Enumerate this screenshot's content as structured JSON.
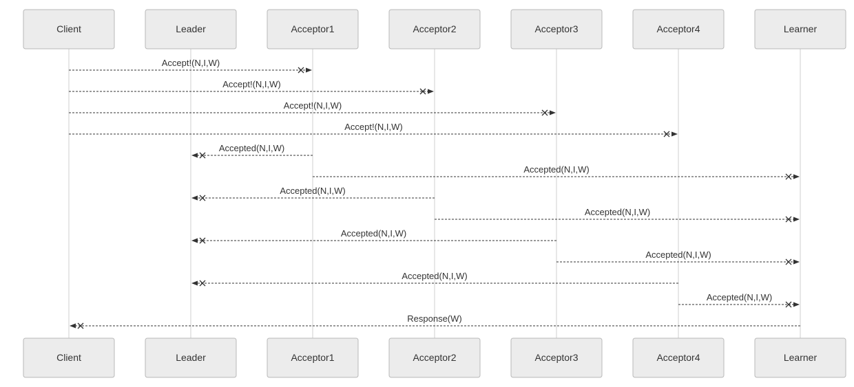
{
  "participants": [
    {
      "id": "client",
      "label": "Client"
    },
    {
      "id": "leader",
      "label": "Leader"
    },
    {
      "id": "acceptor1",
      "label": "Acceptor1"
    },
    {
      "id": "acceptor2",
      "label": "Acceptor2"
    },
    {
      "id": "acceptor3",
      "label": "Acceptor3"
    },
    {
      "id": "acceptor4",
      "label": "Acceptor4"
    },
    {
      "id": "learner",
      "label": "Learner"
    }
  ],
  "messages": [
    {
      "from": "client",
      "to": "acceptor1",
      "label": "Accept!(N,I,W)"
    },
    {
      "from": "client",
      "to": "acceptor2",
      "label": "Accept!(N,I,W)"
    },
    {
      "from": "client",
      "to": "acceptor3",
      "label": "Accept!(N,I,W)"
    },
    {
      "from": "client",
      "to": "acceptor4",
      "label": "Accept!(N,I,W)"
    },
    {
      "from": "acceptor1",
      "to": "leader",
      "label": "Accepted(N,I,W)"
    },
    {
      "from": "acceptor1",
      "to": "learner",
      "label": "Accepted(N,I,W)"
    },
    {
      "from": "acceptor2",
      "to": "leader",
      "label": "Accepted(N,I,W)"
    },
    {
      "from": "acceptor2",
      "to": "learner",
      "label": "Accepted(N,I,W)"
    },
    {
      "from": "acceptor3",
      "to": "leader",
      "label": "Accepted(N,I,W)"
    },
    {
      "from": "acceptor3",
      "to": "learner",
      "label": "Accepted(N,I,W)"
    },
    {
      "from": "acceptor4",
      "to": "leader",
      "label": "Accepted(N,I,W)"
    },
    {
      "from": "acceptor4",
      "to": "learner",
      "label": "Accepted(N,I,W)"
    },
    {
      "from": "learner",
      "to": "client",
      "label": "Response(W)"
    }
  ],
  "message_style": {
    "line": "dashed",
    "end_marker": "cross-arrow",
    "color": "#333333"
  },
  "colors": {
    "box_fill": "#ececec",
    "box_border": "#b8b8b8",
    "lifeline": "#cfcfcf"
  }
}
